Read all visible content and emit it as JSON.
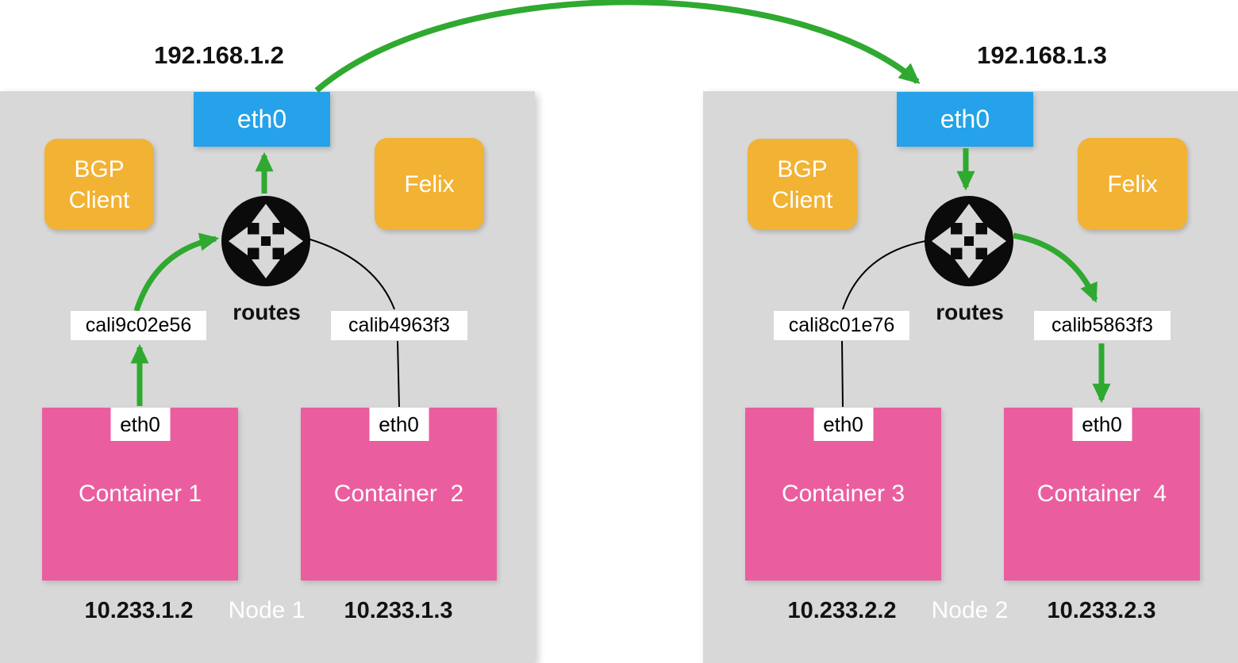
{
  "diagram_title": "calico-two-node-routing-diagram",
  "colors": {
    "node_bg": "#d8d8d8",
    "nic_blue": "#25a2e9",
    "service_orange": "#f2b233",
    "container_pink": "#ea5e9f",
    "flow_green": "#2fa930",
    "link_black": "#000000"
  },
  "icons": {
    "router": "router-icon"
  },
  "nodes": [
    {
      "host_ip": "192.168.1.2",
      "host_nic": "eth0",
      "bgp_client": "BGP\nClient",
      "felix": "Felix",
      "routes": "routes",
      "veths": [
        "cali9c02e56",
        "calib4963f3"
      ],
      "label": "Node 1",
      "containers": [
        {
          "name": "Container 1",
          "nic": "eth0",
          "ip": "10.233.1.2"
        },
        {
          "name": "Container  2",
          "nic": "eth0",
          "ip": "10.233.1.3"
        }
      ]
    },
    {
      "host_ip": "192.168.1.3",
      "host_nic": "eth0",
      "bgp_client": "BGP\nClient",
      "felix": "Felix",
      "routes": "routes",
      "veths": [
        "cali8c01e76",
        "calib5863f3"
      ],
      "label": "Node 2",
      "containers": [
        {
          "name": "Container 3",
          "nic": "eth0",
          "ip": "10.233.2.2"
        },
        {
          "name": "Container  4",
          "nic": "eth0",
          "ip": "10.233.2.3"
        }
      ]
    }
  ]
}
